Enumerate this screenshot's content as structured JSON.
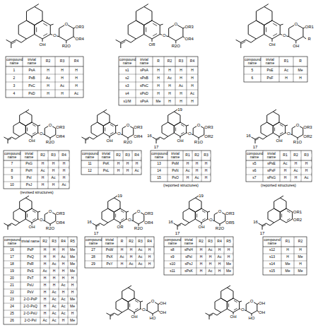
{
  "diagram": {
    "labels": [
      "OH",
      "O",
      "O",
      "OR3",
      "OR4",
      "R2O",
      "compound name",
      "trivial name",
      "R2",
      "R3",
      "R4",
      "1",
      "PsA",
      "H",
      "H",
      "H",
      "2",
      "PsB",
      "Ac",
      "H",
      "H",
      "3",
      "PsC",
      "H",
      "Ac",
      "H",
      "4",
      "PsD",
      "H",
      "H",
      "Ac",
      "OR",
      "O",
      "O",
      "OR3",
      "OR4",
      "R2O",
      "compound name",
      "trivial name",
      "R",
      "R2",
      "R3",
      "R4",
      "s1",
      "sPsA",
      "H",
      "H",
      "H",
      "H",
      "s2",
      "sPsB",
      "H",
      "Ac",
      "H",
      "H",
      "s3",
      "sPsC",
      "H",
      "H",
      "Ac",
      "H",
      "s4",
      "sPsD",
      "H",
      "H",
      "H",
      "Ac",
      "s1/M",
      "sPsA",
      "Me",
      "H",
      "H",
      "H",
      "OH",
      "O",
      "O",
      "OR1",
      "R",
      "OH",
      "compound name",
      "trivial name",
      "R1",
      "R",
      "5",
      "PsE",
      "Ac",
      "Me",
      "6",
      "PsF",
      "H",
      "H",
      "OH",
      "O",
      "O",
      "OR3",
      "OR4",
      "R2O",
      "compound name",
      "trivial name",
      "R2",
      "R3",
      "R4",
      "7",
      "PsG",
      "H",
      "H",
      "H",
      "8",
      "PsH",
      "Ac",
      "H",
      "H",
      "9",
      "PsI",
      "H",
      "Ac",
      "H",
      "10",
      "PsJ",
      "H",
      "H",
      "Ac",
      "(revised structures)",
      "OH",
      "O",
      "O",
      "OR3",
      "OR4",
      "R2O",
      "compound name",
      "trivial name",
      "R2",
      "R3",
      "R4",
      "11",
      "PsK",
      "H",
      "H",
      "H",
      "12",
      "PsL",
      "H",
      "H",
      "Ac",
      "OH",
      "O",
      "O",
      "OR3",
      "OR2",
      "R1O",
      "19",
      "16",
      "17",
      "compound name",
      "trivial name",
      "R1",
      "R2",
      "R3",
      "13",
      "PsM",
      "H",
      "H",
      "H",
      "14",
      "PsN",
      "Ac",
      "H",
      "H",
      "15",
      "PsO",
      "H",
      "Ac",
      "H",
      "(reported structures)",
      "OH",
      "O",
      "O",
      "OR3",
      "OR2",
      "R1O",
      "16",
      "17",
      "compound name",
      "trivial name",
      "R1",
      "R2",
      "R3",
      "s5",
      "sPsE",
      "Ac",
      "H",
      "H",
      "s6",
      "sPsF",
      "H",
      "Ac",
      "H",
      "s7",
      "sPsG",
      "H",
      "H",
      "Ac",
      "(reported structures)",
      "OH",
      "O",
      "O",
      "OR3",
      "OR4",
      "R2O",
      "compound name",
      "trivial name",
      "R2",
      "R3",
      "R4",
      "R5",
      "16",
      "PsP",
      "H",
      "H",
      "H",
      "Me",
      "17",
      "PsQ",
      "H",
      "H",
      "Ac",
      "Me",
      "18",
      "PsR",
      "H",
      "Ac",
      "H",
      "Me",
      "19",
      "PsS",
      "Ac",
      "H",
      "H",
      "Me",
      "20",
      "PsT",
      "H",
      "H",
      "H",
      "H",
      "21",
      "PsU",
      "H",
      "H",
      "Ac",
      "H",
      "22",
      "PsV",
      "H",
      "Ac",
      "H",
      "H",
      "23",
      "2-O-PsP",
      "H",
      "Ac",
      "Ac",
      "Me",
      "24",
      "2-O-PsQ",
      "H",
      "Ac",
      "Ac",
      "Me",
      "25",
      "2-O-PsU",
      "H",
      "Ac",
      "Ac",
      "H",
      "26",
      "2-O-PsI",
      "Ac",
      "Ac",
      "H",
      "Me",
      "OR",
      "O",
      "O",
      "OR3",
      "OR4",
      "R2O",
      "19",
      "16",
      "17",
      "compound name",
      "trivial name",
      "R",
      "R2",
      "R3",
      "R4",
      "27",
      "PsW",
      "H",
      "H",
      "Ac",
      "H",
      "28",
      "PsX",
      "Ac",
      "H",
      "Ac",
      "H",
      "29",
      "PsY",
      "H",
      "Ac",
      "Ac",
      "H",
      "OH",
      "O",
      "O",
      "OR3",
      "OR5",
      "R2O",
      "19",
      "16",
      "17",
      "compound name",
      "trivial name",
      "R2",
      "R3",
      "R4",
      "R5",
      "s8",
      "sPsH",
      "H",
      "Ac",
      "H",
      "H",
      "s9",
      "sPsI",
      "H",
      "H",
      "Ac",
      "H",
      "s10",
      "sPsJ",
      "H",
      "H",
      "H",
      "Me",
      "s11",
      "sPsK",
      "H",
      "Ac",
      "H",
      "Me",
      "OR1",
      "OR2",
      "16",
      "17",
      "compound name",
      "R1",
      "R2",
      "s12",
      "H",
      "H",
      "s13",
      "H",
      "Me",
      "s14",
      "Me",
      "H",
      "s15",
      "Me",
      "Me",
      "OH",
      "O",
      "O",
      "OH",
      "OH",
      "HO",
      "OH",
      "O",
      "O",
      "OH",
      "OH",
      "HO"
    ]
  }
}
